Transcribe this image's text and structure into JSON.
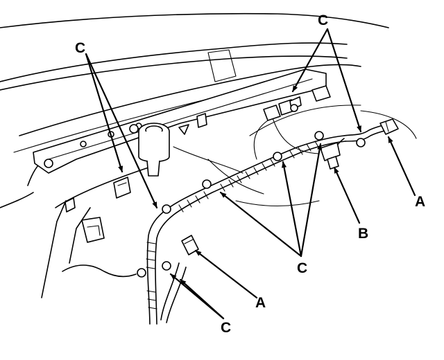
{
  "callouts": {
    "c_top_left": "C",
    "c_top_right": "C",
    "a_right": "A",
    "b": "B",
    "c_middle": "C",
    "a_bottom": "A",
    "c_bottom": "C"
  }
}
